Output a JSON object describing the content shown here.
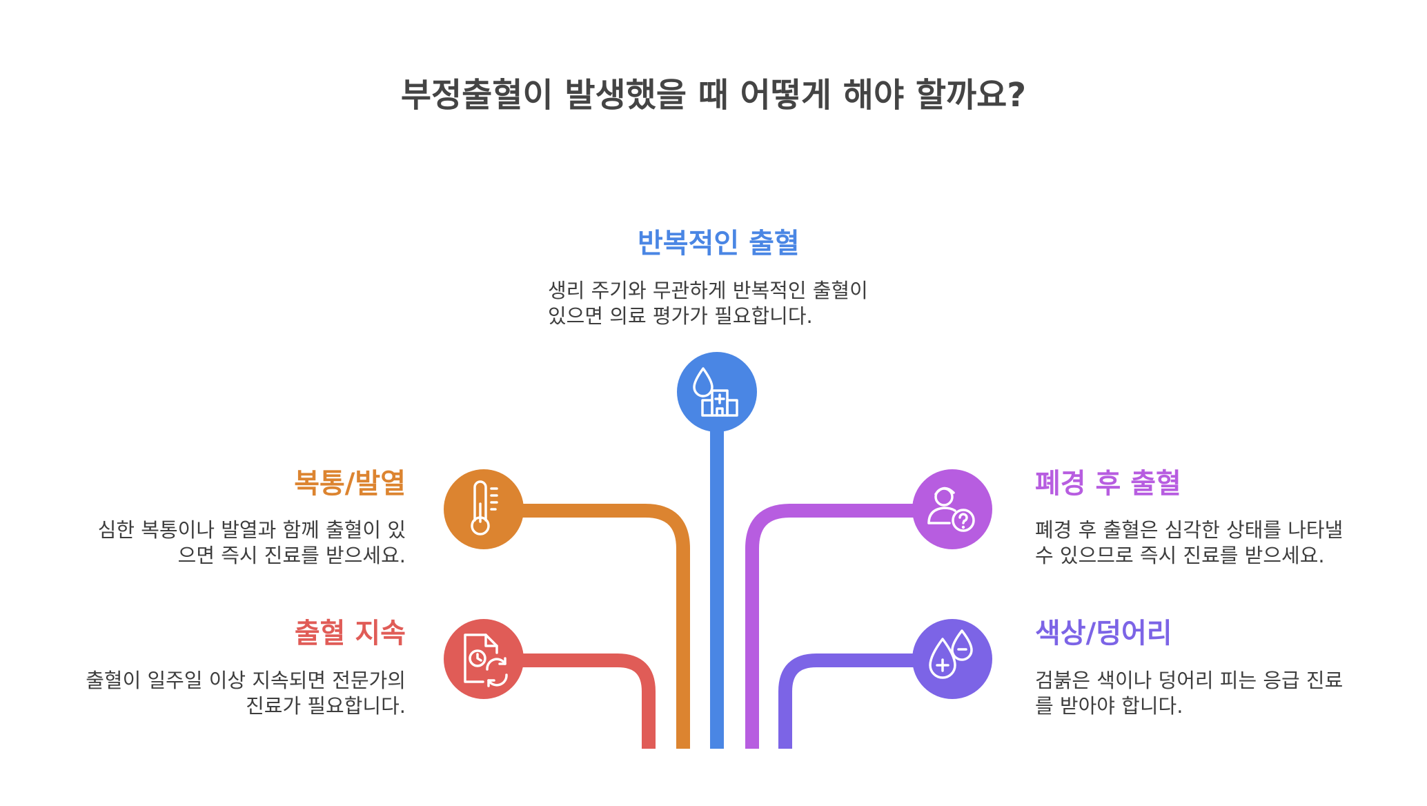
{
  "title": "부정출혈이 발생했을 때 어떻게 해야 할까요?",
  "colors": {
    "blue": "#4a86e4",
    "orange": "#dc8430",
    "purple": "#b75de0",
    "red": "#e05c57",
    "violet": "#7c64e6"
  },
  "items": {
    "recurring": {
      "heading": "반복적인 출혈",
      "desc_lines": [
        "생리 주기와 무관하게 반복적인 출혈이",
        "있으면 의료 평가가 필요합니다."
      ],
      "icon": "drop-hospital-icon"
    },
    "pain_fever": {
      "heading": "복통/발열",
      "desc_lines": [
        "심한 복통이나 발열과 함께 출혈이 있",
        "으면 즉시 진료를 받으세요."
      ],
      "icon": "thermometer-icon"
    },
    "persistent": {
      "heading": "출혈 지속",
      "desc_lines": [
        "출혈이 일주일 이상 지속되면 전문가의",
        "진료가 필요합니다."
      ],
      "icon": "document-clock-refresh-icon"
    },
    "postmenopause": {
      "heading": "폐경 후 출혈",
      "desc_lines": [
        "폐경 후 출혈은 심각한 상태를 나타낼",
        "수 있으므로 즉시 진료를 받으세요."
      ],
      "icon": "person-question-icon"
    },
    "color_clots": {
      "heading": "색상/덩어리",
      "desc_lines": [
        "검붉은 색이나 덩어리 피는 응급 진료",
        "를 받아야 합니다."
      ],
      "icon": "drops-plus-minus-icon"
    }
  }
}
